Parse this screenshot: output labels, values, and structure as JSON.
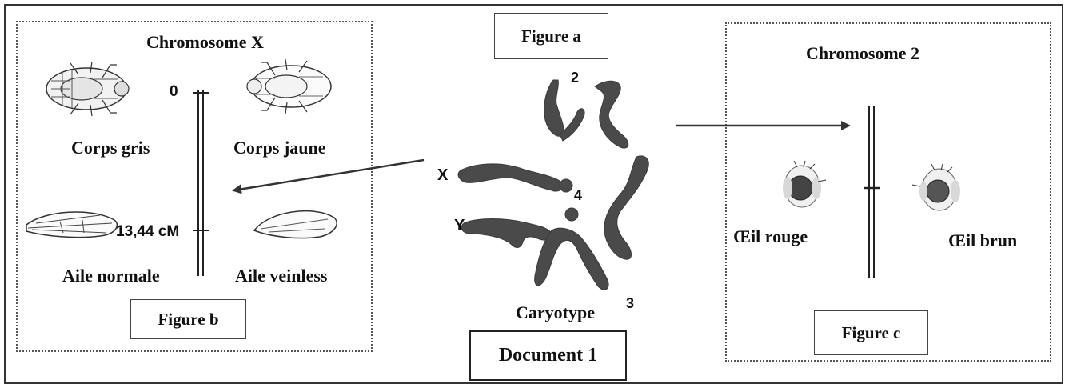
{
  "figure_b": {
    "title": "Chromosome X",
    "locus_top": "0",
    "locus_bottom": "13,44 cM",
    "body_grey": "Corps gris",
    "body_yellow": "Corps jaune",
    "wing_normal": "Aile normale",
    "wing_veinless": "Aile veinless",
    "label": "Figure b"
  },
  "figure_a": {
    "label": "Figure a",
    "chrom_2": "2",
    "chrom_3": "3",
    "chrom_4": "4",
    "chrom_x": "X",
    "chrom_y": "Y",
    "caption": "Caryotype"
  },
  "figure_c": {
    "title": "Chromosome 2",
    "eye_red": "Œil rouge",
    "eye_brown": "Œil brun",
    "label": "Figure c"
  },
  "document_label": "Document 1",
  "colors": {
    "chromosome": "#4a4a4a",
    "eye_red": "#444444",
    "eye_brown": "#555555"
  },
  "icons": [
    "fly-icon",
    "wing-icon",
    "eye-icon"
  ]
}
